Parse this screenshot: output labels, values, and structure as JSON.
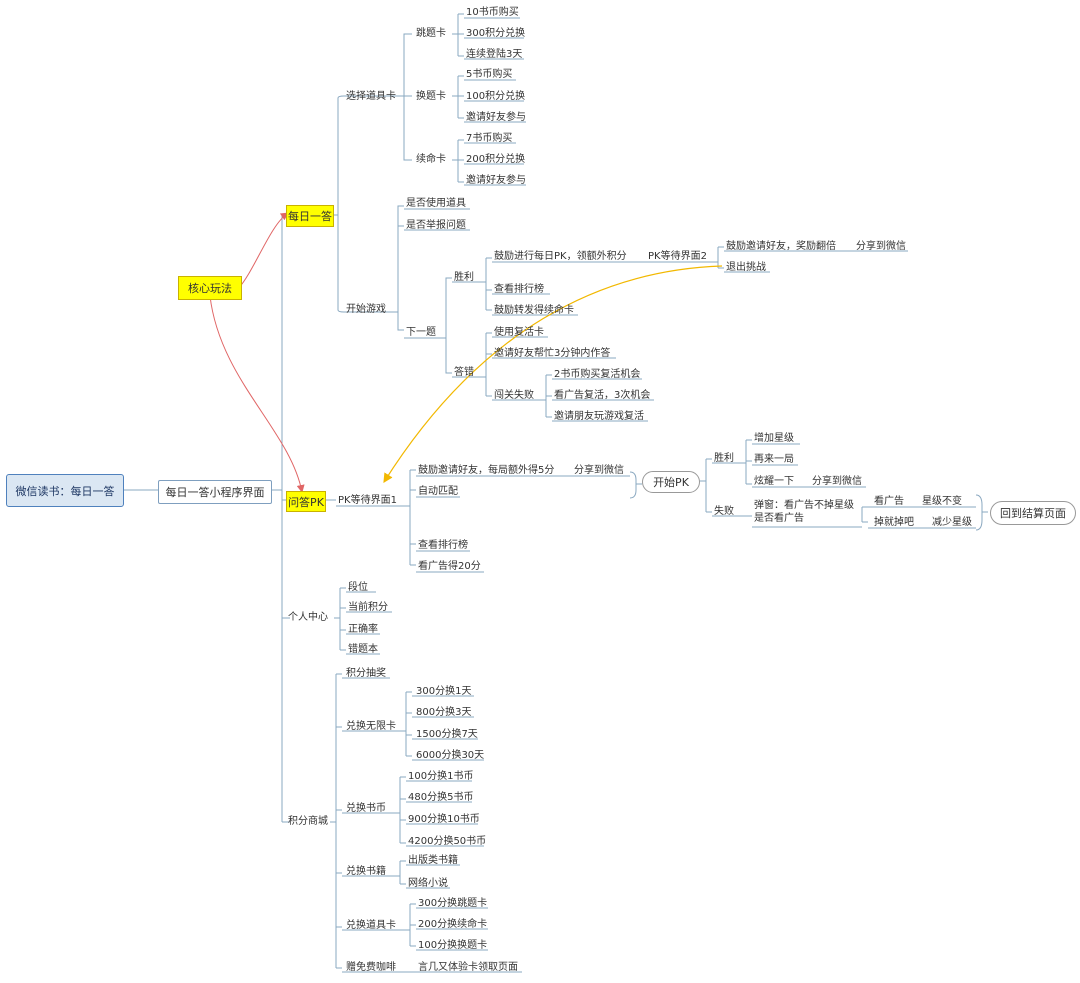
{
  "root": "微信读书：每日一答",
  "app": "每日一答小程序界面",
  "core": "核心玩法",
  "daily": {
    "label": "每日一答",
    "props": {
      "label": "选择道具卡",
      "skip": {
        "label": "跳题卡",
        "items": [
          "10书币购买",
          "300积分兑换",
          "连续登陆3天"
        ]
      },
      "swap": {
        "label": "换题卡",
        "items": [
          "5书币购买",
          "100积分兑换",
          "邀请好友参与"
        ]
      },
      "life": {
        "label": "续命卡",
        "items": [
          "7书币购买",
          "200积分兑换",
          "邀请好友参与"
        ]
      }
    },
    "start": {
      "label": "开始游戏",
      "q1": "是否使用道具",
      "q2": "是否举报问题",
      "next": "下一题",
      "win": {
        "label": "胜利",
        "encourage": "鼓励进行每日PK，领额外积分",
        "pk2": "PK等待界面2",
        "invite": "鼓励邀请好友，奖励翻倍",
        "share": "分享到微信",
        "quit": "退出挑战",
        "rank": "查看排行榜",
        "forward": "鼓励转发得续命卡"
      },
      "wrong": {
        "label": "答错",
        "use": "使用复活卡",
        "help": "邀请好友帮忙3分钟内作答",
        "fail": "闯关失败",
        "fail_items": [
          "2书币购买复活机会",
          "看广告复活，3次机会",
          "邀请朋友玩游戏复活"
        ]
      }
    }
  },
  "pk": {
    "label": "问答PK",
    "wait1": "PK等待界面1",
    "invite": "鼓励邀请好友，每局额外得5分",
    "share": "分享到微信",
    "auto": "自动匹配",
    "start": "开始PK",
    "win": {
      "label": "胜利",
      "items": [
        "增加星级",
        "再来一局",
        "炫耀一下"
      ],
      "share": "分享到微信"
    },
    "lose": {
      "label": "失败",
      "popup": "弹窗：看广告不掉星级\n是否看广告",
      "watch": "看广告",
      "keep": "星级不变",
      "drop": "掉就掉吧",
      "reduce": "减少星级",
      "back": "回到结算页面"
    },
    "rank": "查看排行榜",
    "ad": "看广告得20分"
  },
  "personal": {
    "label": "个人中心",
    "items": [
      "段位",
      "当前积分",
      "正确率",
      "错题本"
    ]
  },
  "mall": {
    "label": "积分商城",
    "lottery": "积分抽奖",
    "vip": {
      "label": "兑换无限卡",
      "items": [
        "300分换1天",
        "800分换3天",
        "1500分换7天",
        "6000分换30天"
      ]
    },
    "coin": {
      "label": "兑换书币",
      "items": [
        "100分换1书币",
        "480分换5书币",
        "900分换10书币",
        "4200分换50书币"
      ]
    },
    "book": {
      "label": "兑换书籍",
      "items": [
        "出版类书籍",
        "网络小说"
      ]
    },
    "card": {
      "label": "兑换道具卡",
      "items": [
        "300分换跳题卡",
        "200分换续命卡",
        "100分换换题卡"
      ]
    },
    "coffee": {
      "label": "赠免费咖啡",
      "item": "言几又体验卡领取页面"
    }
  },
  "colors": {
    "line": "#8aa8c0",
    "highlight": "#ffff00",
    "red_arrow": "#e06666",
    "yellow_arrow": "#f2b800",
    "root_fill": "#dbe7f3"
  }
}
